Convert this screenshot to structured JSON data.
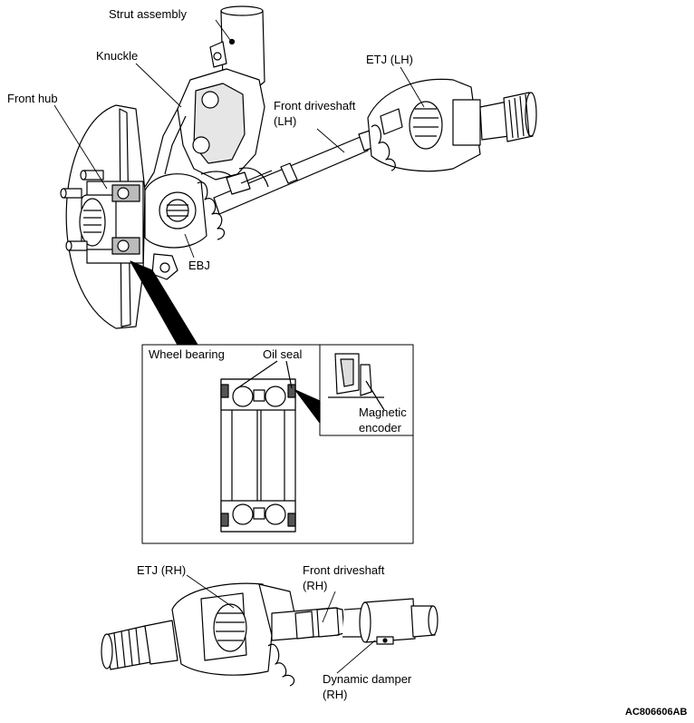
{
  "labels": {
    "strut_assembly": "Strut assembly",
    "knuckle": "Knuckle",
    "front_hub": "Front hub",
    "etj_lh": "ETJ (LH)",
    "front_driveshaft_lh_1": "Front driveshaft",
    "front_driveshaft_lh_2": "(LH)",
    "ebj": "EBJ",
    "wheel_bearing": "Wheel bearing",
    "oil_seal": "Oil seal",
    "magnetic_encoder_1": "Magnetic",
    "magnetic_encoder_2": "encoder",
    "etj_rh": "ETJ (RH)",
    "front_driveshaft_rh_1": "Front driveshaft",
    "front_driveshaft_rh_2": "(RH)",
    "dynamic_damper_1": "Dynamic damper",
    "dynamic_damper_2": "(RH)"
  },
  "figure_code": "AC806606AB",
  "colors": {
    "line": "#000000",
    "fill": "#ffffff",
    "shade": "#d9d9d9",
    "dark": "#555555"
  }
}
